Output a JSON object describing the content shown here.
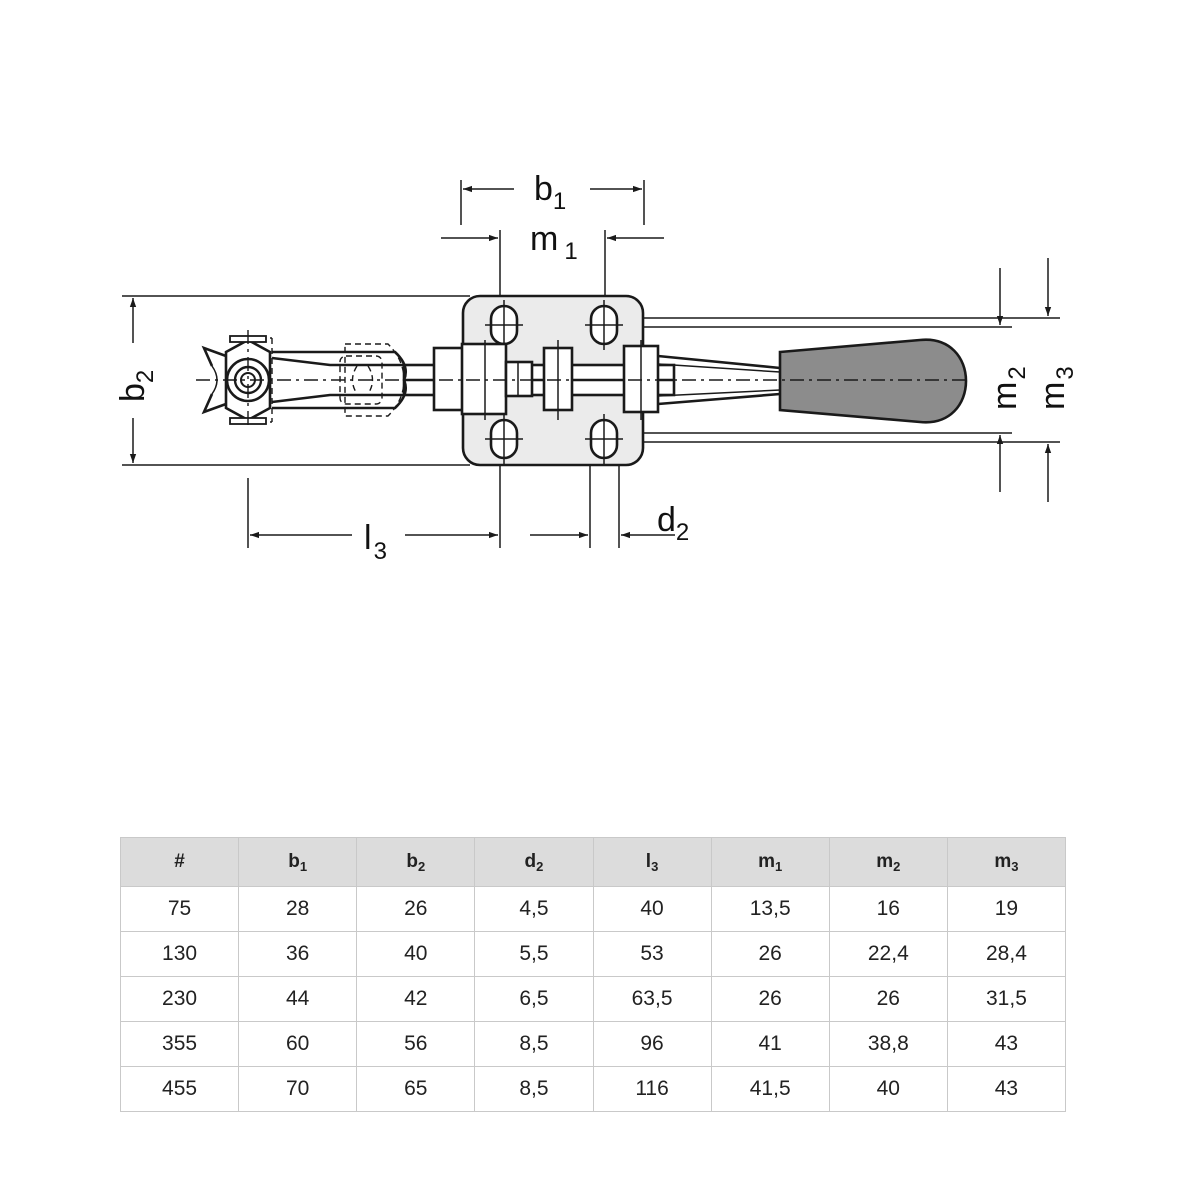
{
  "labels": {
    "b1": {
      "main": "b",
      "sub": "1"
    },
    "m1": {
      "main": "m",
      "sub": "1"
    },
    "b2": {
      "main": "b",
      "sub": "2"
    },
    "l3": {
      "main": "l",
      "sub": "3"
    },
    "d2": {
      "main": "d",
      "sub": "2"
    },
    "m2": {
      "main": "m",
      "sub": "2"
    },
    "m3": {
      "main": "m",
      "sub": "3"
    }
  },
  "colors": {
    "line": "#1a1a1a",
    "plate": "#ebebeb",
    "handle": "#8c8c8c",
    "header_bg": "#dcdcdc",
    "grid": "#c9c9c9"
  },
  "table": {
    "headers": [
      {
        "main": "#",
        "sub": ""
      },
      {
        "main": "b",
        "sub": "1"
      },
      {
        "main": "b",
        "sub": "2"
      },
      {
        "main": "d",
        "sub": "2"
      },
      {
        "main": "l",
        "sub": "3"
      },
      {
        "main": "m",
        "sub": "1"
      },
      {
        "main": "m",
        "sub": "2"
      },
      {
        "main": "m",
        "sub": "3"
      }
    ],
    "rows": [
      [
        "75",
        "28",
        "26",
        "4,5",
        "40",
        "13,5",
        "16",
        "19"
      ],
      [
        "130",
        "36",
        "40",
        "5,5",
        "53",
        "26",
        "22,4",
        "28,4"
      ],
      [
        "230",
        "44",
        "42",
        "6,5",
        "63,5",
        "26",
        "26",
        "31,5"
      ],
      [
        "355",
        "60",
        "56",
        "8,5",
        "96",
        "41",
        "38,8",
        "43"
      ],
      [
        "455",
        "70",
        "65",
        "8,5",
        "116",
        "41,5",
        "40",
        "43"
      ]
    ]
  }
}
